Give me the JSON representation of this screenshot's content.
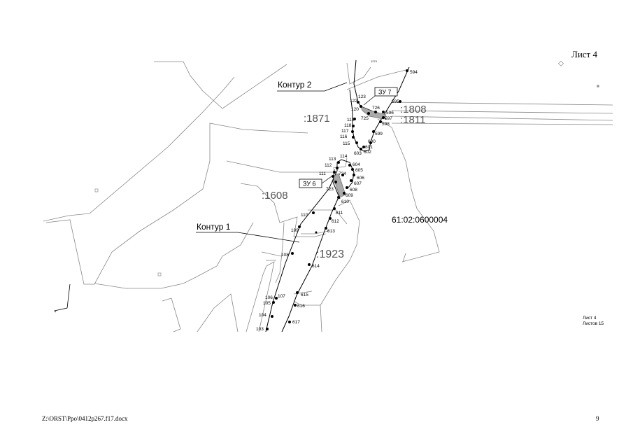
{
  "sheet_label": "Лист 4",
  "footer": {
    "path": "Z:\\ORST\\Ppo\\0412p267.f17.docx",
    "page": "9"
  },
  "legend": {
    "sheet": "Лист 4",
    "sheets_total": "Листов 15"
  },
  "map": {
    "quarter_label": "61:02:0600004",
    "contours": [
      "Контур 2",
      "Контур 1"
    ],
    "parcels": [
      ":1871",
      ":1808",
      ":1811",
      ":1608",
      ":1923"
    ],
    "zu_boxes": [
      "ЗУ 7",
      "ЗУ 6"
    ],
    "points_left": [
      "122",
      "123",
      "120",
      "119",
      "118",
      "117",
      "116",
      "115",
      "113",
      "114",
      "112",
      "111",
      "110",
      "109",
      "108",
      "106",
      "107",
      "105",
      "104",
      "103"
    ],
    "points_right": [
      "594",
      "595",
      "596",
      "597",
      "598",
      "599",
      "600",
      "601",
      "602",
      "603",
      "604",
      "605",
      "606",
      "607",
      "608",
      "609",
      "610",
      "611",
      "612",
      "613",
      "614",
      "615",
      "616",
      "617"
    ],
    "points_mid": [
      "726",
      "725",
      "724",
      "723"
    ],
    "top_tiny_label": "1274"
  }
}
